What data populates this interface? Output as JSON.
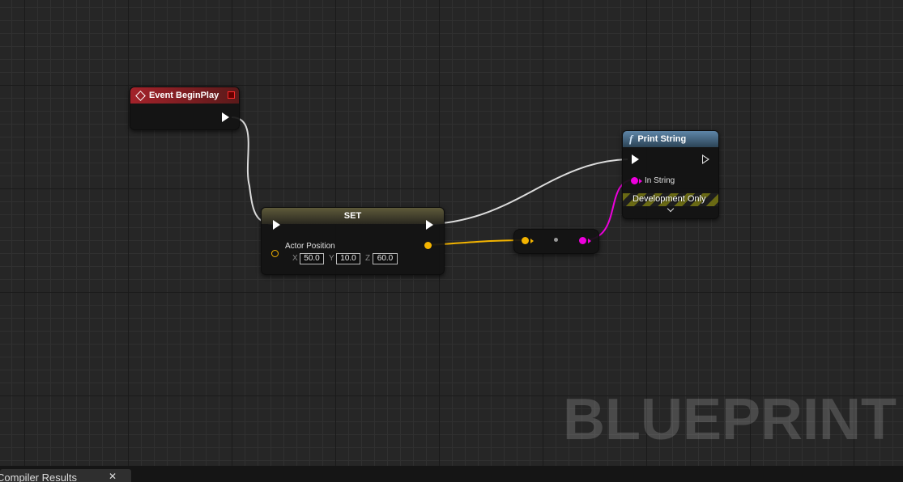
{
  "event_node": {
    "title": "Event BeginPlay"
  },
  "set_node": {
    "title": "SET",
    "variable_label": "Actor Position",
    "x_label": "X",
    "x_value": "50.0",
    "y_label": "Y",
    "y_value": "10.0",
    "z_label": "Z",
    "z_value": "60.0"
  },
  "print_node": {
    "title": "Print String",
    "function_symbol": "f",
    "in_string_label": "In String",
    "dev_only_label": "Development Only"
  },
  "watermark": "BLUEPRINT",
  "bottom_panel": {
    "tab_label": "Compiler Results",
    "close_glyph": "✕"
  },
  "colors": {
    "event_header": "#8f1d1d",
    "function_header": "#4a6f8c",
    "vector_pin": "#f4b400",
    "string_pin": "#ee00dd",
    "exec_wire": "#dcdcdc"
  }
}
